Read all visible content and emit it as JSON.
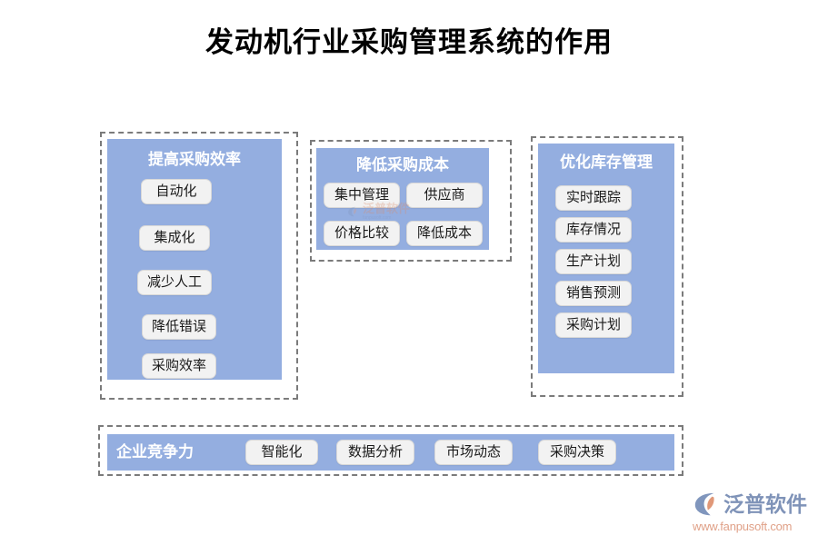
{
  "page": {
    "title": "发动机行业采购管理系统的作用",
    "background_color": "#ffffff",
    "panel_color": "#94AEE0",
    "chip_color": "#F2F2F2",
    "dashed_border_color": "#7b7b7b"
  },
  "columns": [
    {
      "id": "improve-efficiency",
      "title": "提高采购效率",
      "layout": "single",
      "chips": [
        {
          "label": "自动化"
        },
        {
          "label": "集成化"
        },
        {
          "label": "减少人工"
        },
        {
          "label": "降低错误"
        },
        {
          "label": "采购效率"
        }
      ]
    },
    {
      "id": "reduce-cost",
      "title": "降低采购成本",
      "layout": "grid",
      "chips": [
        {
          "label": "集中管理"
        },
        {
          "label": "供应商"
        },
        {
          "label": "价格比较"
        },
        {
          "label": "降低成本"
        }
      ]
    },
    {
      "id": "optimize-inventory",
      "title": "优化库存管理",
      "layout": "single",
      "chips": [
        {
          "label": "实时跟踪"
        },
        {
          "label": "库存情况"
        },
        {
          "label": "生产计划"
        },
        {
          "label": "销售预测"
        },
        {
          "label": "采购计划"
        }
      ]
    }
  ],
  "bottom_bar": {
    "id": "competitiveness",
    "label": "企业竞争力",
    "chips": [
      {
        "label": "智能化"
      },
      {
        "label": "数据分析"
      },
      {
        "label": "市场动态"
      },
      {
        "label": "采购决策"
      }
    ]
  },
  "watermark": {
    "text": "泛普软件",
    "sub": "fanpusoft.com"
  },
  "logo": {
    "name": "泛普软件",
    "url": "www.fanpusoft.com",
    "mark_color": "#8096bd",
    "accent_color": "#e09878",
    "text_color": "#7f93b8",
    "url_color": "#e0a188"
  }
}
